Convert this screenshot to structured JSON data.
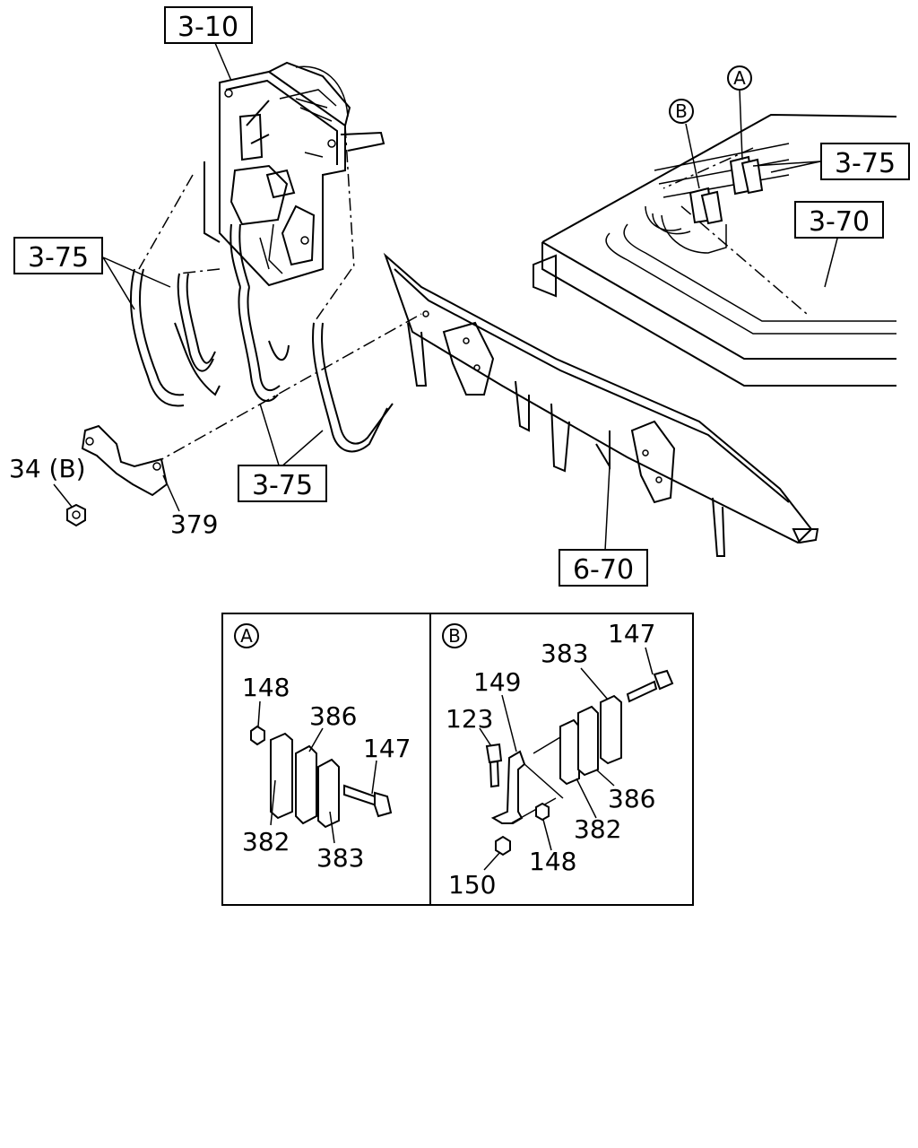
{
  "refs": {
    "r310": "3-10",
    "r375_left": "3-75",
    "r375_right": "3-75",
    "r375_bottom": "3-75",
    "r370": "3-70",
    "r670": "6-70"
  },
  "callouts": {
    "a": "A",
    "b": "B"
  },
  "main_parts": {
    "p34b": "34 (B)",
    "p379": "379"
  },
  "detail_a": {
    "marker": "A",
    "p148": "148",
    "p386": "386",
    "p147": "147",
    "p382": "382",
    "p383": "383"
  },
  "detail_b": {
    "marker": "B",
    "p383": "383",
    "p147": "147",
    "p149": "149",
    "p123": "123",
    "p386": "386",
    "p382": "382",
    "p148": "148",
    "p150": "150"
  }
}
